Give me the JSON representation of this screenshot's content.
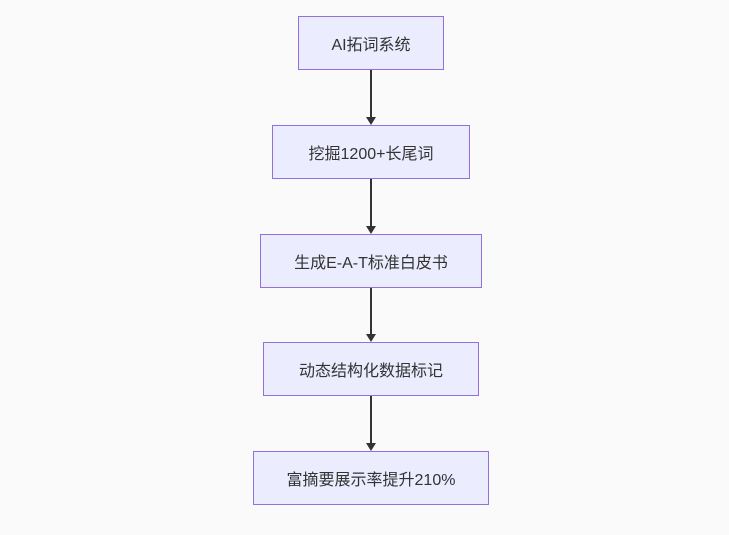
{
  "flowchart": {
    "type": "flowchart-top-down",
    "nodes": [
      {
        "label": "AI拓词系统"
      },
      {
        "label": "挖掘1200+长尾词"
      },
      {
        "label": "生成E-A-T标准白皮书"
      },
      {
        "label": "动态结构化数据标记"
      },
      {
        "label": "富摘要展示率提升210%"
      }
    ],
    "edges": [
      {
        "from": 0,
        "to": 1,
        "style": "arrow-down"
      },
      {
        "from": 1,
        "to": 2,
        "style": "arrow-down"
      },
      {
        "from": 2,
        "to": 3,
        "style": "arrow-down"
      },
      {
        "from": 3,
        "to": 4,
        "style": "arrow-down"
      }
    ],
    "colors": {
      "background": "#FAFAFA",
      "node_fill": "#ECECFF",
      "node_border": "#9370DB",
      "text": "#333333",
      "arrow": "#333333"
    }
  }
}
